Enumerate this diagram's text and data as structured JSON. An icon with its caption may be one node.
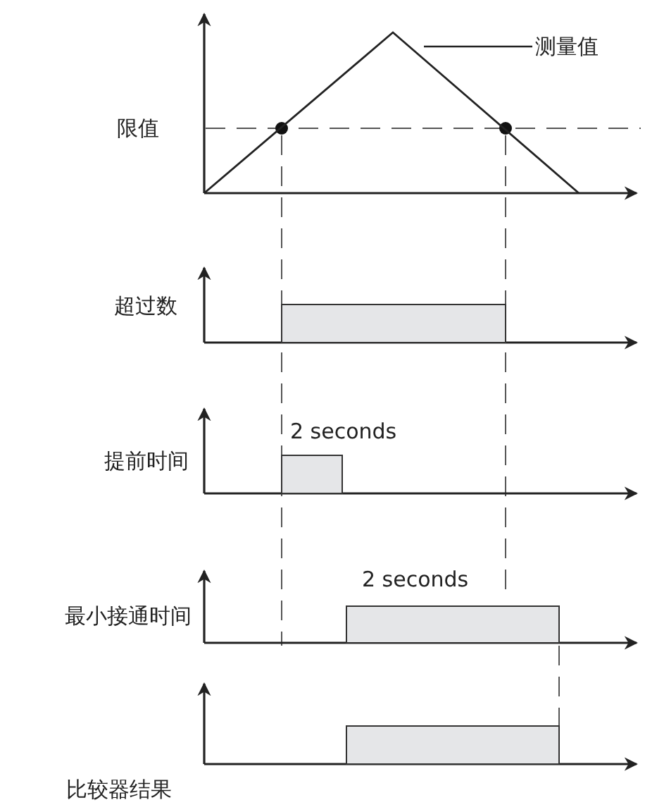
{
  "diagram": {
    "nodes": [
      {
        "text": [
          "测量值"
        ]
      },
      {
        "text": [],
        "shape": "line"
      }
    ],
    "edges": [
      {
        "from": 0,
        "to": 1,
        "arrow": "none"
      }
    ],
    "labels": [
      "限值",
      "超过数",
      "2 seconds",
      "提前时间",
      "2 seconds",
      "最小接通时间",
      "比较器结果"
    ]
  }
}
